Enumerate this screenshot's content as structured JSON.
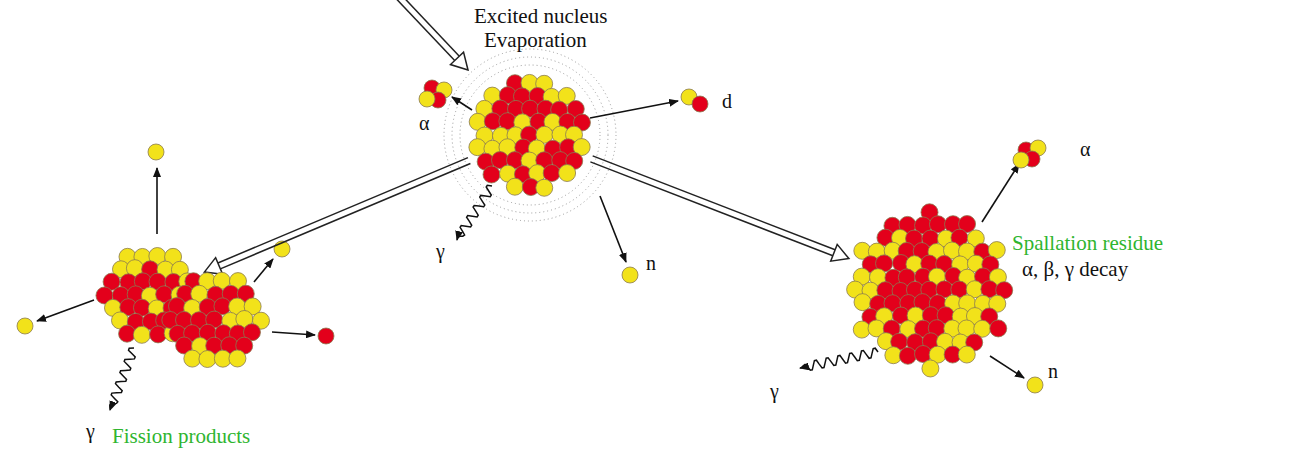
{
  "diagram": {
    "nodes": [
      {
        "text": [
          "Excited nucleus",
          "Evaporation"
        ]
      },
      {
        "text": [
          "Fission products"
        ]
      },
      {
        "text": [
          "Spallation residue",
          "α, β, γ decay"
        ]
      }
    ],
    "edges": [
      {
        "from": 0,
        "to": 1,
        "arrow": "to"
      },
      {
        "from": 0,
        "to": 2,
        "arrow": "to"
      }
    ],
    "labels": [
      "α",
      "d",
      "γ",
      "n",
      "γ",
      "α",
      "γ",
      "n"
    ]
  }
}
